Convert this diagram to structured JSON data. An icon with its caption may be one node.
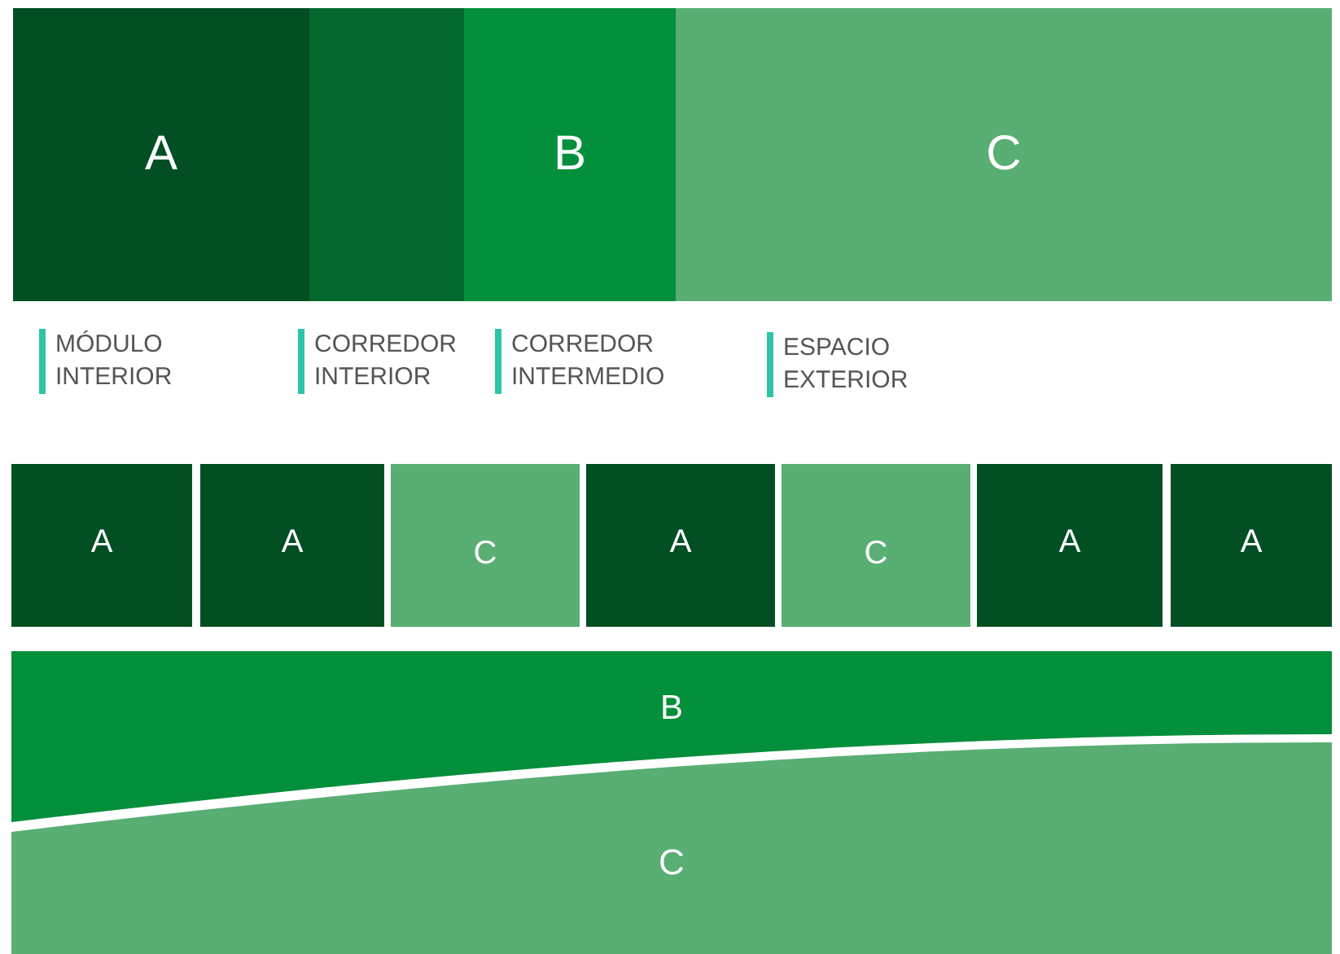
{
  "diagram": {
    "nodes": [
      {
        "text": [
          "A"
        ]
      },
      {
        "text": [],
        "shape": "box"
      },
      {
        "text": [
          "B"
        ]
      },
      {
        "text": [
          "C"
        ]
      },
      {
        "text": [
          "A"
        ]
      },
      {
        "text": [
          "A"
        ]
      },
      {
        "text": [
          "C"
        ]
      },
      {
        "text": [
          "A"
        ]
      },
      {
        "text": [
          "C"
        ]
      },
      {
        "text": [
          "A"
        ]
      },
      {
        "text": [
          "A"
        ]
      },
      {
        "text": [
          "B"
        ]
      },
      {
        "text": [
          "C"
        ]
      }
    ],
    "labels": [
      "MÓDULO INTERIOR",
      "CORREDOR INTERIOR",
      "CORREDOR INTERMEDIO",
      "ESPACIO EXTERIOR"
    ]
  }
}
